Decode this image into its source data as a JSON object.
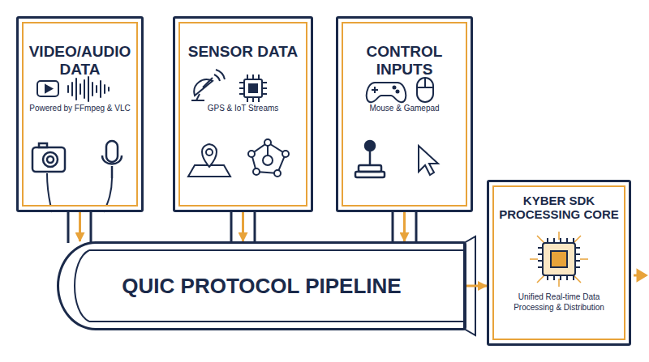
{
  "diagram": {
    "nodes": [
      {
        "text": [
          "VIDEO/AUDIO DATA",
          "Powered by FFmpeg & VLC"
        ]
      },
      {
        "text": [
          "SENSOR DATA",
          "GPS & IoT Streams"
        ]
      },
      {
        "text": [
          "CONTROL INPUTS",
          "Mouse & Gamepad"
        ]
      },
      {
        "text": [
          "QUIC PROTOCOL PIPELINE"
        ]
      },
      {
        "text": [
          "KYBER SDK PROCESSING CORE",
          "Unified Real-time Data Processing & Distribution"
        ]
      }
    ],
    "edges": [
      {
        "from": 0,
        "to": 3,
        "arrow": "to"
      },
      {
        "from": 1,
        "to": 3,
        "arrow": "to"
      },
      {
        "from": 2,
        "to": 3,
        "arrow": "to"
      },
      {
        "from": 3,
        "to": 4,
        "arrow": "to"
      }
    ]
  }
}
